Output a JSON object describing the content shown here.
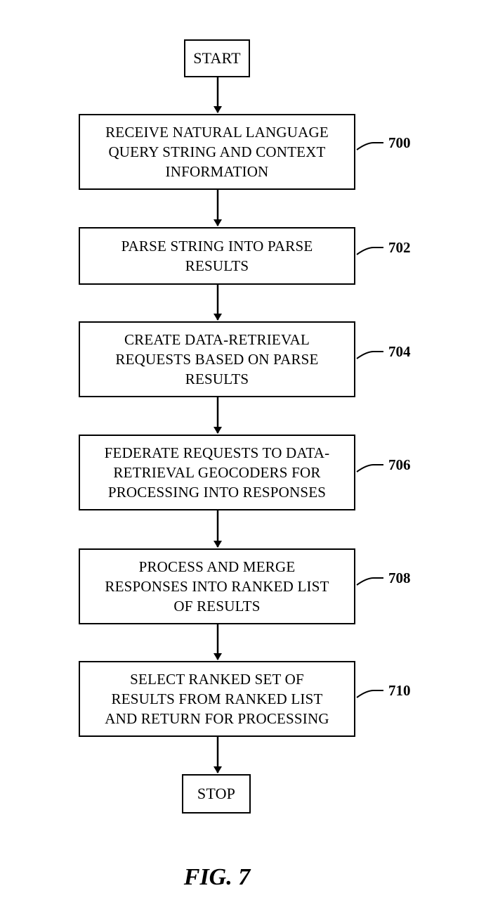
{
  "start_label": "START",
  "stop_label": "STOP",
  "steps": [
    {
      "lines": [
        "RECEIVE NATURAL LANGUAGE",
        "QUERY STRING AND CONTEXT",
        "INFORMATION"
      ],
      "ref": "700"
    },
    {
      "lines": [
        "PARSE STRING INTO PARSE",
        "RESULTS"
      ],
      "ref": "702"
    },
    {
      "lines": [
        "CREATE DATA-RETRIEVAL",
        "REQUESTS BASED ON PARSE",
        "RESULTS"
      ],
      "ref": "704"
    },
    {
      "lines": [
        "FEDERATE REQUESTS TO DATA-",
        "RETRIEVAL GEOCODERS FOR",
        "PROCESSING INTO RESPONSES"
      ],
      "ref": "706"
    },
    {
      "lines": [
        "PROCESS AND MERGE",
        "RESPONSES INTO RANKED LIST",
        "OF RESULTS"
      ],
      "ref": "708"
    },
    {
      "lines": [
        "SELECT RANKED SET OF",
        "RESULTS FROM RANKED LIST",
        "AND RETURN FOR PROCESSING"
      ],
      "ref": "710"
    }
  ],
  "caption": "FIG. 7"
}
